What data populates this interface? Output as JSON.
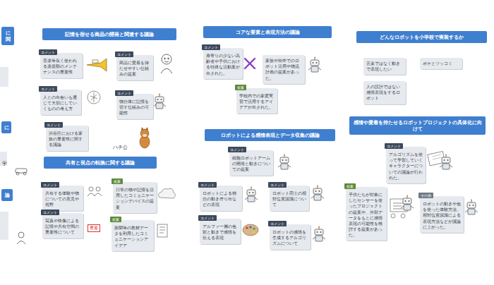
{
  "diagram": {
    "nodes": [
      {
        "text": [
          "に関"
        ]
      },
      {
        "text": [
          "に"
        ]
      },
      {
        "text": [
          "論"
        ]
      },
      {
        "text": [
          "記憶を宿せる商品の開発と関連する議論"
        ]
      },
      {
        "text": [
          "コメント",
          "音楽等長く使われる楽器類のメンテナンスの重要性"
        ]
      },
      {
        "text": [
          "コメント",
          "商品に愛着を持たせやすい仕組みの提案"
        ]
      },
      {
        "text": [
          "コメント",
          "人との出会いも通じて大切にしていくものの考え方"
        ]
      },
      {
        "text": [
          "コメント",
          "物自体に記憶を宿す仕組みの可能性"
        ]
      },
      {
        "text": [
          "コメント",
          "渋谷区における家族の重要性に関する議論"
        ]
      },
      {
        "text": [
          "共有と視点の転換に関する議論"
        ]
      },
      {
        "text": [
          "コメント",
          "共有する体験や物についての意見や視野"
        ]
      },
      {
        "text": [
          "提案",
          "日常の物や記憶を活用したコミュニケーションデバイスの提案"
        ]
      },
      {
        "text": [
          "コメント",
          "写真や映像による記憶や共有空間の重要性について"
        ]
      },
      {
        "text": [
          "提案",
          "新聞等の教材データを利用したコミュニケーションアイデア"
        ]
      },
      {
        "text": [
          "コアな要素と表現方法の議論"
        ]
      },
      {
        "text": [
          "コメント",
          "身寄りの少ない高齢者や子供における特殊な活動案が出された。"
        ]
      },
      {
        "text": [
          "家族や街中でのロボット活用や物流計画の提案があった。"
        ]
      },
      {
        "text": [
          "提案",
          "学校内での家庭実習で活用するアイデアが出された。"
        ]
      },
      {
        "text": [
          "ロボットによる感情表現とデータ収集の議論"
        ]
      },
      {
        "text": [
          "コメント",
          "細胞ロボットアームの開発と動きについての提案"
        ]
      },
      {
        "text": [
          "コメント",
          "ロボットによる独自の動き作り出などの表現"
        ]
      },
      {
        "text": [
          "コメント",
          "ロボット同士の相対位置認識について"
        ]
      },
      {
        "text": [
          "コメント",
          "アルファ一層の色彩と動きで感情を伝える表現"
        ]
      },
      {
        "text": [
          "コメント",
          "ロボットの感情を生成するアルゴリズムについて"
        ]
      },
      {
        "text": [
          "どんなロボットを小学校で実装するか"
        ]
      },
      {
        "text": [
          "言葉ではなく動きで表現したい"
        ]
      },
      {
        "text": [
          "ボケとツッコミ"
        ]
      },
      {
        "text": [
          "人の設計ではない感情表現をするロボット"
        ]
      },
      {
        "text": [
          "感情や愛着を持たせるロボットプロジェクトの具体化に向けて"
        ]
      },
      {
        "text": [
          "コメント",
          "アルゴリズムを使って学習していくキャラクターについての議論が行われた。"
        ]
      },
      {
        "text": [
          "提案",
          "子供たちが対象にしたセンサーを使ったプロジェクトの提案や、外部データをもとに感情表現の可能性を検討する提案があった。"
        ]
      },
      {
        "text": [
          "その他",
          "ロボットの動きや色を使った体験方法、相対位置認識による表現方法などが議論に上がった。"
        ]
      }
    ],
    "labels": [
      "ハチ公",
      "学",
      "重要"
    ]
  }
}
